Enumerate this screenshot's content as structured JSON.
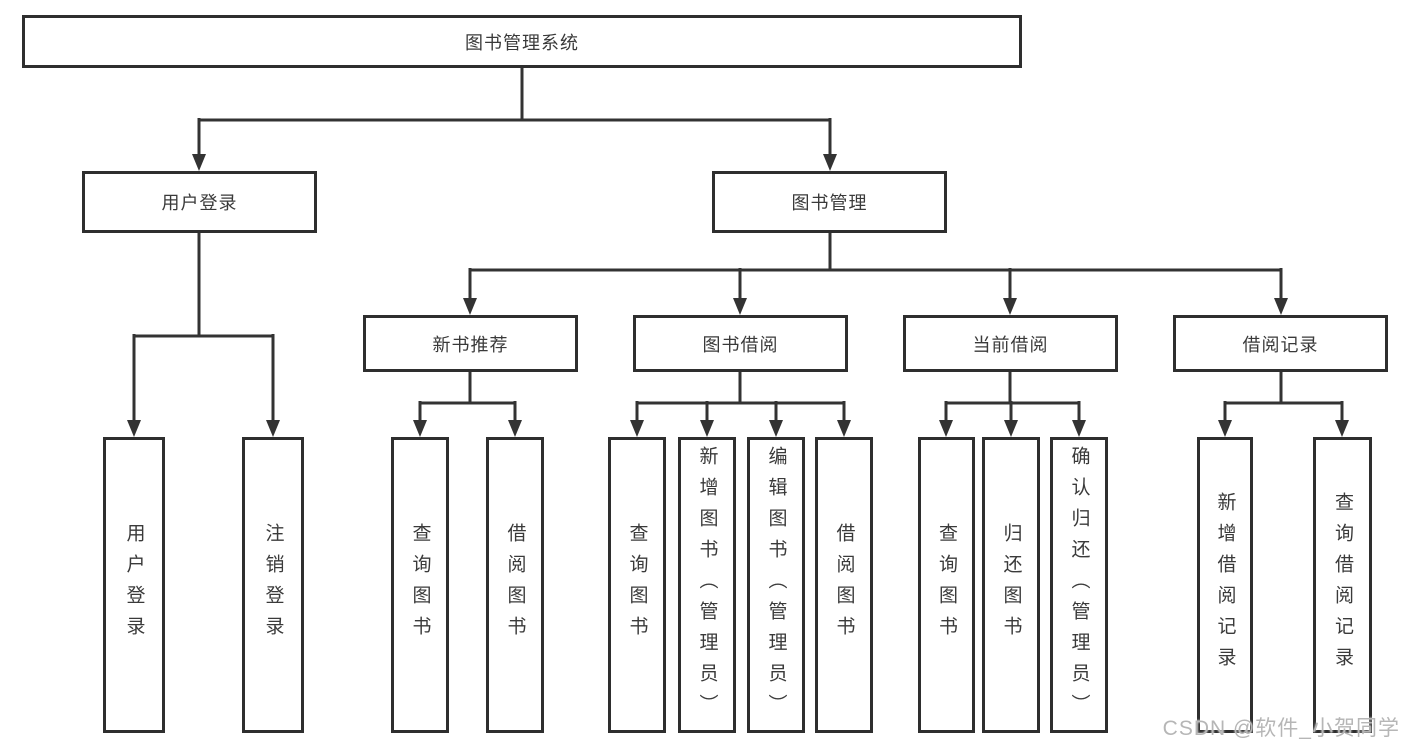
{
  "diagram": {
    "root": "图书管理系统",
    "user_login": {
      "label": "用户登录",
      "children": {
        "login": "用户登录",
        "logout": "注销登录"
      }
    },
    "book_management": {
      "label": "图书管理",
      "new_book_recommend": {
        "label": "新书推荐",
        "children": {
          "query_books": "查询图书",
          "borrow_books": "借阅图书"
        }
      },
      "book_borrow": {
        "label": "图书借阅",
        "children": {
          "query_books": "查询图书",
          "add_books_admin": "新增图书（管理员）",
          "edit_books_admin": "编辑图书（管理员）",
          "borrow_books": "借阅图书"
        }
      },
      "current_borrow": {
        "label": "当前借阅",
        "children": {
          "query_books": "查询图书",
          "return_books": "归还图书",
          "confirm_return_admin": "确认归还（管理员）"
        }
      },
      "borrow_records": {
        "label": "借阅记录",
        "children": {
          "add_borrow_record": "新增借阅记录",
          "query_borrow_record": "查询借阅记录"
        }
      }
    }
  },
  "watermark": "CSDN @软件_小贺同学",
  "colors": {
    "line": "#333333",
    "border": "#2e2e2e",
    "text": "#3a3a3a",
    "watermark": "#b6b6b6",
    "background": "#ffffff"
  }
}
